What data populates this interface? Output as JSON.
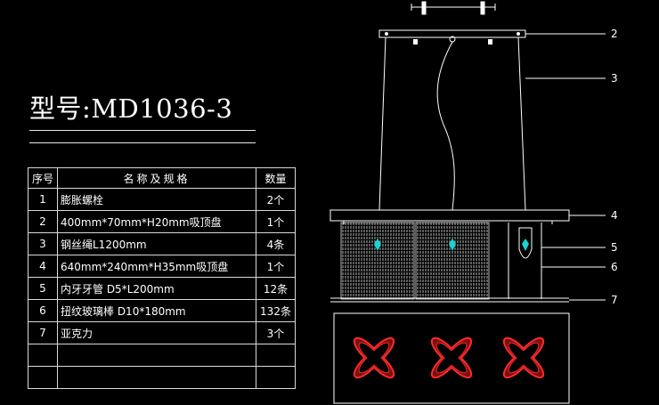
{
  "model_title": "型号:MD1036-3",
  "table": {
    "headers": {
      "no": "序号",
      "name": "名称及规格",
      "qty": "数量"
    },
    "rows": [
      {
        "no": "1",
        "name": "膨胀螺栓",
        "qty": "2个"
      },
      {
        "no": "2",
        "name": "400mm*70mm*H20mm吸顶盘",
        "qty": "1个"
      },
      {
        "no": "3",
        "name": "钢丝绳L1200mm",
        "qty": "4条"
      },
      {
        "no": "4",
        "name": "640mm*240mm*H35mm吸顶盘",
        "qty": "1个"
      },
      {
        "no": "5",
        "name": "内牙牙管 D5*L200mm",
        "qty": "12条"
      },
      {
        "no": "6",
        "name": "扭纹玻璃棒 D10*180mm",
        "qty": "132条"
      },
      {
        "no": "7",
        "name": "亚克力",
        "qty": "3个"
      },
      {
        "no": "",
        "name": "",
        "qty": ""
      },
      {
        "no": "",
        "name": "",
        "qty": ""
      }
    ]
  },
  "callouts": {
    "c2": "2",
    "c3": "3",
    "c4": "4",
    "c5": "5",
    "c6": "6",
    "c7": "7"
  },
  "colors": {
    "background": "#000000",
    "line": "#ffffff",
    "glass": "#b8b8b8",
    "crystal": "#1ad4d4",
    "acrylic_outline": "#ff2a2a",
    "acrylic_fill": "#7a1010"
  }
}
